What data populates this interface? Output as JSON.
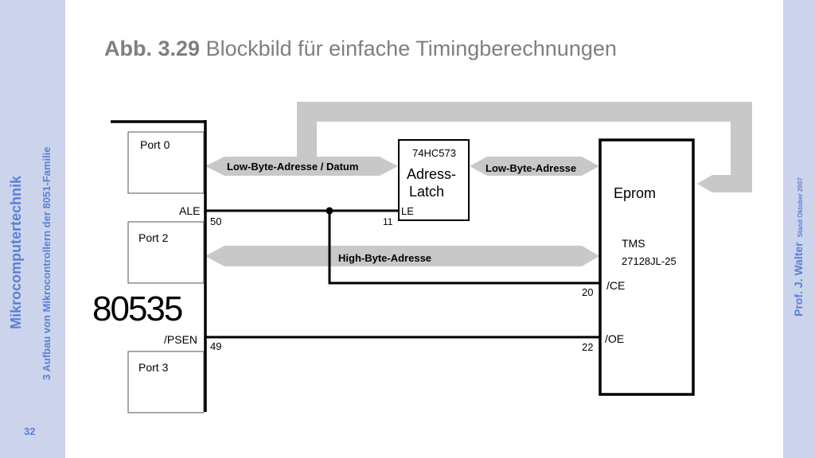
{
  "sidebar": {
    "course": "Mikrocomputertechnik",
    "chapter": "3 Aufbau von Mikrocontrollern der 8051-Familie",
    "page": "32"
  },
  "rightbar": {
    "author": "Prof. J. Walter",
    "date": "Stand Oktober 2007"
  },
  "title": {
    "number": "Abb. 3.29",
    "text": "Blockbild für einfache Timingberechnungen"
  },
  "diagram": {
    "mcu_label": "80535",
    "port0": "Port 0",
    "port2": "Port 2",
    "port3": "Port 3",
    "ale": "ALE",
    "ale_pin": "50",
    "psen": "/PSEN",
    "psen_pin": "49",
    "latch_part": "74HC573",
    "latch_name1": "Adress-",
    "latch_name2": "Latch",
    "latch_le": "LE",
    "latch_le_pin": "11",
    "eprom_label": "Eprom",
    "eprom_maker": "TMS",
    "eprom_part": "27128JL-25",
    "ce": "/CE",
    "ce_pin": "20",
    "oe": "/OE",
    "oe_pin": "22",
    "bus_low_data": "Low-Byte-Adresse / Datum",
    "bus_low": "Low-Byte-Adresse",
    "bus_high": "High-Byte-Adresse"
  },
  "colors": {
    "sidebar_bg": "#ccd4ec",
    "sidebar_text": "#5b7fd8",
    "title_text": "#7f7f7f",
    "bus_fill": "#c8c8c8"
  }
}
